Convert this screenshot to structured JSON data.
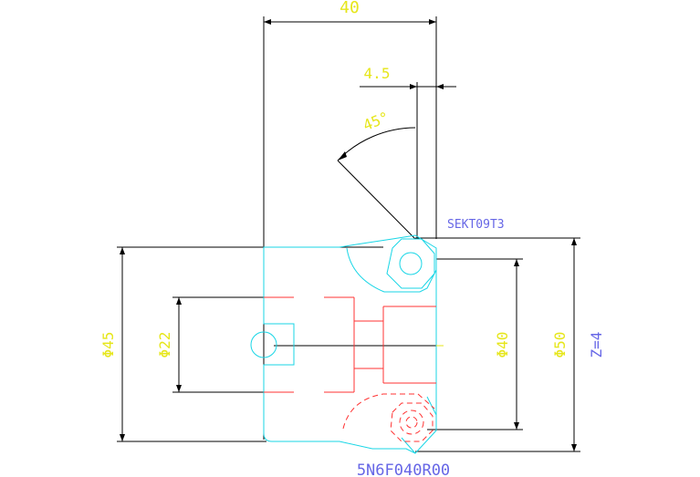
{
  "drawing": {
    "dimensions": {
      "overall_length": "40",
      "chamfer": "4.5",
      "angle": "45°",
      "dia_45": "Φ45",
      "dia_22": "Φ22",
      "dia_40": "Φ40",
      "dia_50": "Φ50",
      "teeth": "Z=4"
    },
    "insert_label": "SEKT09T3",
    "part_number": "5N6F040R00"
  },
  "colors": {
    "background": "#ffffff",
    "dimension": "#000000",
    "outline": "#19d6e6",
    "hidden": "#ff3333",
    "dim_text": "#e6e61a",
    "label_text": "#6666e6"
  }
}
